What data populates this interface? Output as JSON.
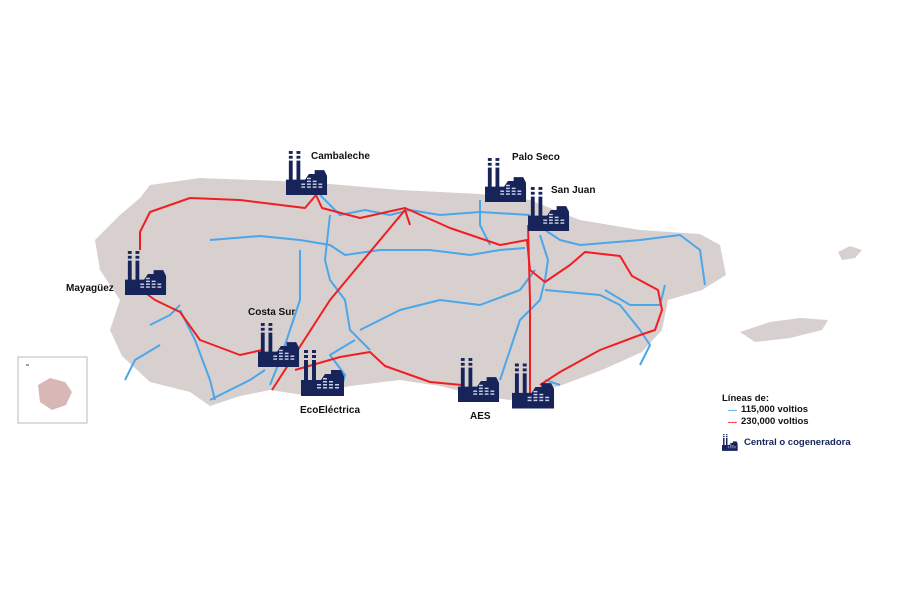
{
  "plants": [
    {
      "name": "Cambaleche"
    },
    {
      "name": "Palo Seco"
    },
    {
      "name": "San Juan"
    },
    {
      "name": "Mayagüez"
    },
    {
      "name": "Costa Sur"
    },
    {
      "name": "EcoEléctrica"
    },
    {
      "name": "AES"
    }
  ],
  "legend": {
    "title": "Líneas de:",
    "line_115": "115,000 voltios",
    "line_230": "230,000 voltios",
    "plant": "Central o cogeneradora",
    "dash": "---"
  },
  "colors": {
    "land": "#d8d0ce",
    "line_115": "#4ba6ea",
    "line_230": "#f01e23",
    "plant": "#16245a"
  }
}
